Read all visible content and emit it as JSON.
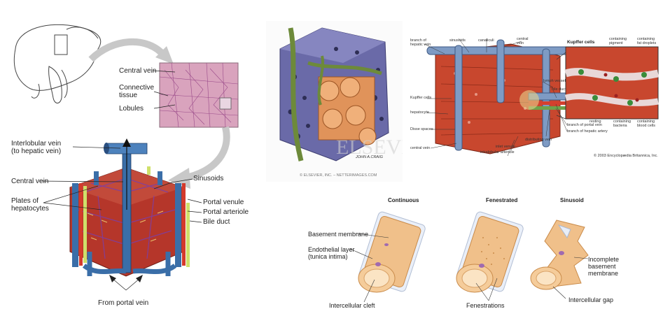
{
  "panel_a": {
    "central_vein": "Central vein",
    "connective_tissue": "Connective\ntissue",
    "lobules": "Lobules",
    "interlobular_vein": "Interlobular vein\n(to hepatic vein)",
    "central_vein_2": "Central vein",
    "plates": "Plates of\nhepatocytes",
    "sinusoids": "Sinusoids",
    "portal_venule": "Portal venule",
    "portal_arteriole": "Portal arteriole",
    "bile_duct": "Bile duct",
    "from_portal_vein": "From portal vein"
  },
  "panel_b": {
    "watermark": "ELSEVIER",
    "signature": "JOHN A.CRAIG",
    "credit": "© ELSEVIER, INC. – NETTERIMAGES.COM"
  },
  "panel_c": {
    "branch_hepatic_vein": "branch of\nhepatic vein",
    "sinusoids": "sinusoids",
    "canaliculi": "canaliculi",
    "central_vein_top": "central\nvein",
    "kupffer_cells_title": "Kupffer cells",
    "containing_pigment": "containing\npigment",
    "containing_fat": "containing\nfat droplets",
    "kupffer_cells": "Kupffer cells",
    "lymph_vessel": "lymph vessel",
    "bile_duct": "bile duct",
    "hepatocyte": "hepatocyte",
    "disse_spaces": "Disse spaces",
    "central_vein": "central vein",
    "inlet_venule": "inlet venule",
    "intralobular_arteriole": "intralobular arteriole",
    "distributing_vein": "distributing vein",
    "branch_portal_vein": "branch of portal vein",
    "branch_hepatic_artery": "branch of hepatic artery",
    "resting": "resting",
    "containing_bacteria": "containing\nbacteria",
    "containing_blood_cells": "containing\nblood cells",
    "copyright": "© 2003 Encyclopædia Britannica, Inc."
  },
  "panel_d": {
    "continuous": "Continuous",
    "fenestrated": "Fenestrated",
    "sinusoid": "Sinusoid",
    "basement_membrane": "Basement membrane",
    "endothelial_layer": "Endothelial layer\n(tunica intima)",
    "intercellular_cleft": "Intercellular cleft",
    "fenestrations": "Fenestrations",
    "incomplete_bm": "Incomplete\nbasement\nmembrane",
    "intercellular_gap": "Intercellular gap"
  }
}
